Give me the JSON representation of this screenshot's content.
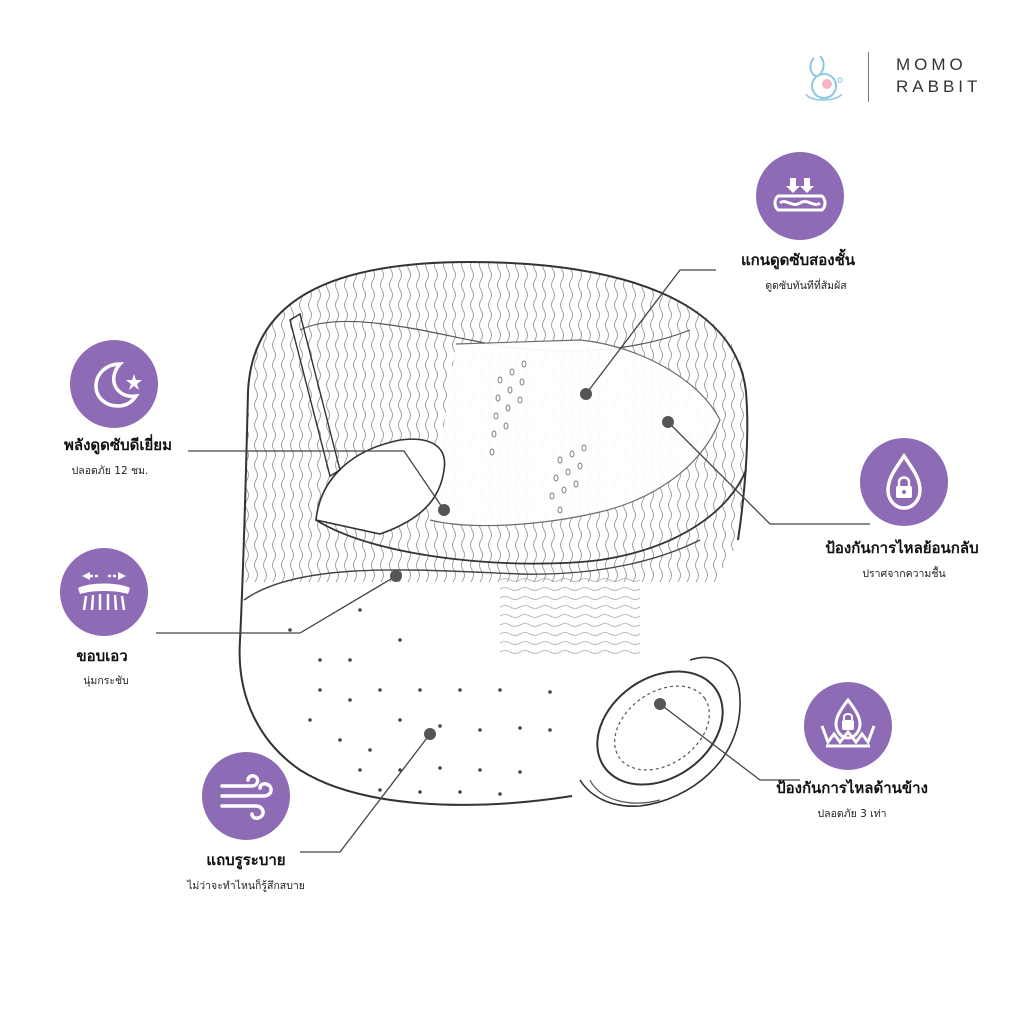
{
  "brand": {
    "line1": "MOMO",
    "line2": "RABBIT",
    "logo_icon": "rabbit-logo-icon"
  },
  "accent_color": "#8e6bb5",
  "features": [
    {
      "title": "แกนดูดซับสองชั้น",
      "subtitle": "ดูดซับทันทีที่สัมผัส",
      "icon": "double-layer-absorb-icon"
    },
    {
      "title": "พลังดูดซับดีเยี่ยม",
      "subtitle": "ปลอดภัย 12 ชม.",
      "icon": "moon-star-icon"
    },
    {
      "title": "ป้องกันการไหลย้อนกลับ",
      "subtitle": "ปราศจากความชื้น",
      "icon": "water-drop-lock-icon"
    },
    {
      "title": "ขอบเอว",
      "subtitle": "นุ่มกระชับ",
      "icon": "stretch-waistband-icon"
    },
    {
      "title": "ป้องกันการไหลด้านข้าง",
      "subtitle": "ปลอดภัย 3 เท่า",
      "icon": "leak-guard-lock-icon"
    },
    {
      "title": "แถบรูระบาย",
      "subtitle": "ไม่ว่าจะทำไหนก็รู้สึกสบาย",
      "icon": "wind-breathable-icon"
    }
  ]
}
